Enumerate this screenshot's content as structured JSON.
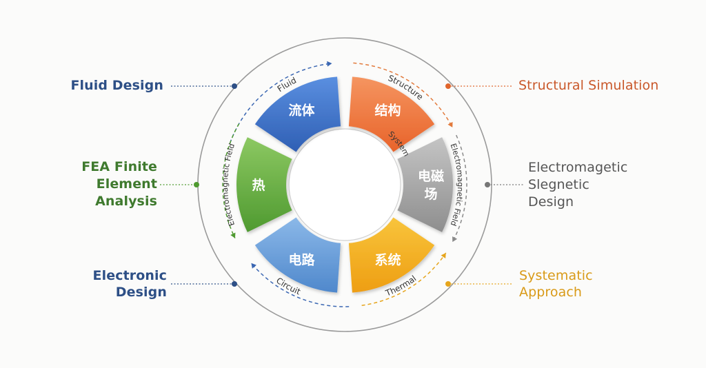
{
  "segments": [
    {
      "key": "fluid",
      "cn": "流体",
      "arc_label": "Fluid",
      "color_top": "#5a8fe0",
      "color_bottom": "#2f5fb4"
    },
    {
      "key": "structure",
      "cn": "结构",
      "arc_label": "Structure",
      "color_top": "#f59560",
      "color_bottom": "#e8632a"
    },
    {
      "key": "em",
      "cn": "电磁场",
      "cn_lines": [
        "电磁",
        "场"
      ],
      "arc_label": "System",
      "color_top": "#c4c4c4",
      "color_bottom": "#8e8e8e"
    },
    {
      "key": "system",
      "cn": "系统",
      "arc_label": "Thermal",
      "color_top": "#f8c43c",
      "color_bottom": "#ee9e12"
    },
    {
      "key": "circuit",
      "cn": "电路",
      "arc_label": "Circuit",
      "color_top": "#8bb8e8",
      "color_bottom": "#4f88cc"
    },
    {
      "key": "thermal",
      "cn": "热",
      "arc_label": "Electromagnetic Field",
      "color_top": "#8cc862",
      "color_bottom": "#4f9a30"
    }
  ],
  "right_arc_label": "Electromagnetic Field",
  "callouts": {
    "fluid_design": {
      "text": "Fluid Design",
      "color": "#2d4f86"
    },
    "structural_simulation": {
      "text": "Structural Simulation",
      "color": "#c9582a"
    },
    "electromagnetic_design": {
      "lines": [
        "Electromagetic",
        "Slegnetic",
        "Design"
      ],
      "color": "#555555"
    },
    "fea": {
      "lines": [
        "FEA Finite",
        "Element",
        "Analysis"
      ],
      "color": "#3f7a2e"
    },
    "electronic_design": {
      "lines": [
        "Electronic",
        "Design"
      ],
      "color": "#2d4f86"
    },
    "systematic_approach": {
      "lines": [
        "Systematic",
        "Approach"
      ],
      "color": "#d99a17"
    }
  },
  "colors": {
    "ring": "#9a9a9a",
    "dot_blue": "#2d4f86",
    "dot_orange": "#e0652c",
    "dot_gray": "#777777",
    "dot_green": "#4f9a30",
    "dot_yellow": "#e6a51c",
    "arrow_blue": "#3a66b2",
    "arrow_orange": "#e27a3c",
    "arrow_gray": "#8a8a8a",
    "arrow_green": "#4f9a30",
    "arrow_yellow": "#e6a51c"
  }
}
